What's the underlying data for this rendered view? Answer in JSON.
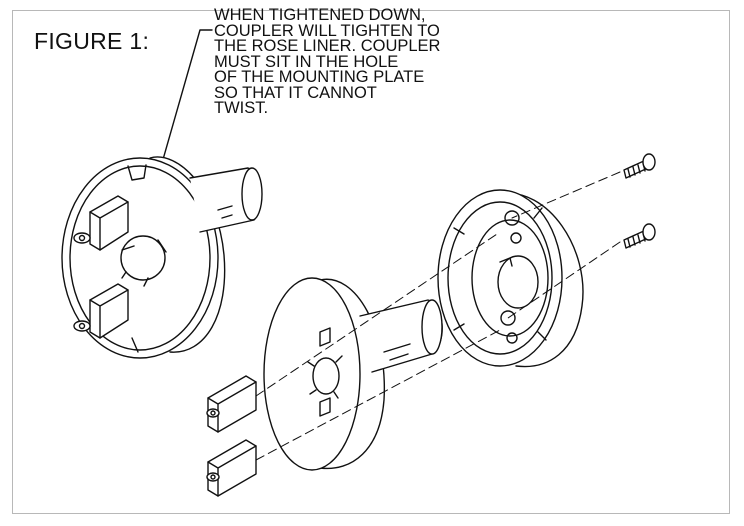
{
  "figure": {
    "label": "FIGURE 1:",
    "callout_lines": [
      "WHEN TIGHTENED DOWN,",
      "COUPLER WILL TIGHTEN TO",
      "THE ROSE LINER.  COUPLER",
      "MUST SIT IN THE HOLE",
      "OF THE MOUNTING PLATE",
      "SO THAT IT CANNOT",
      "TWIST."
    ]
  },
  "colors": {
    "line": "#111111",
    "frame": "#b8b8b8",
    "background": "#ffffff"
  }
}
